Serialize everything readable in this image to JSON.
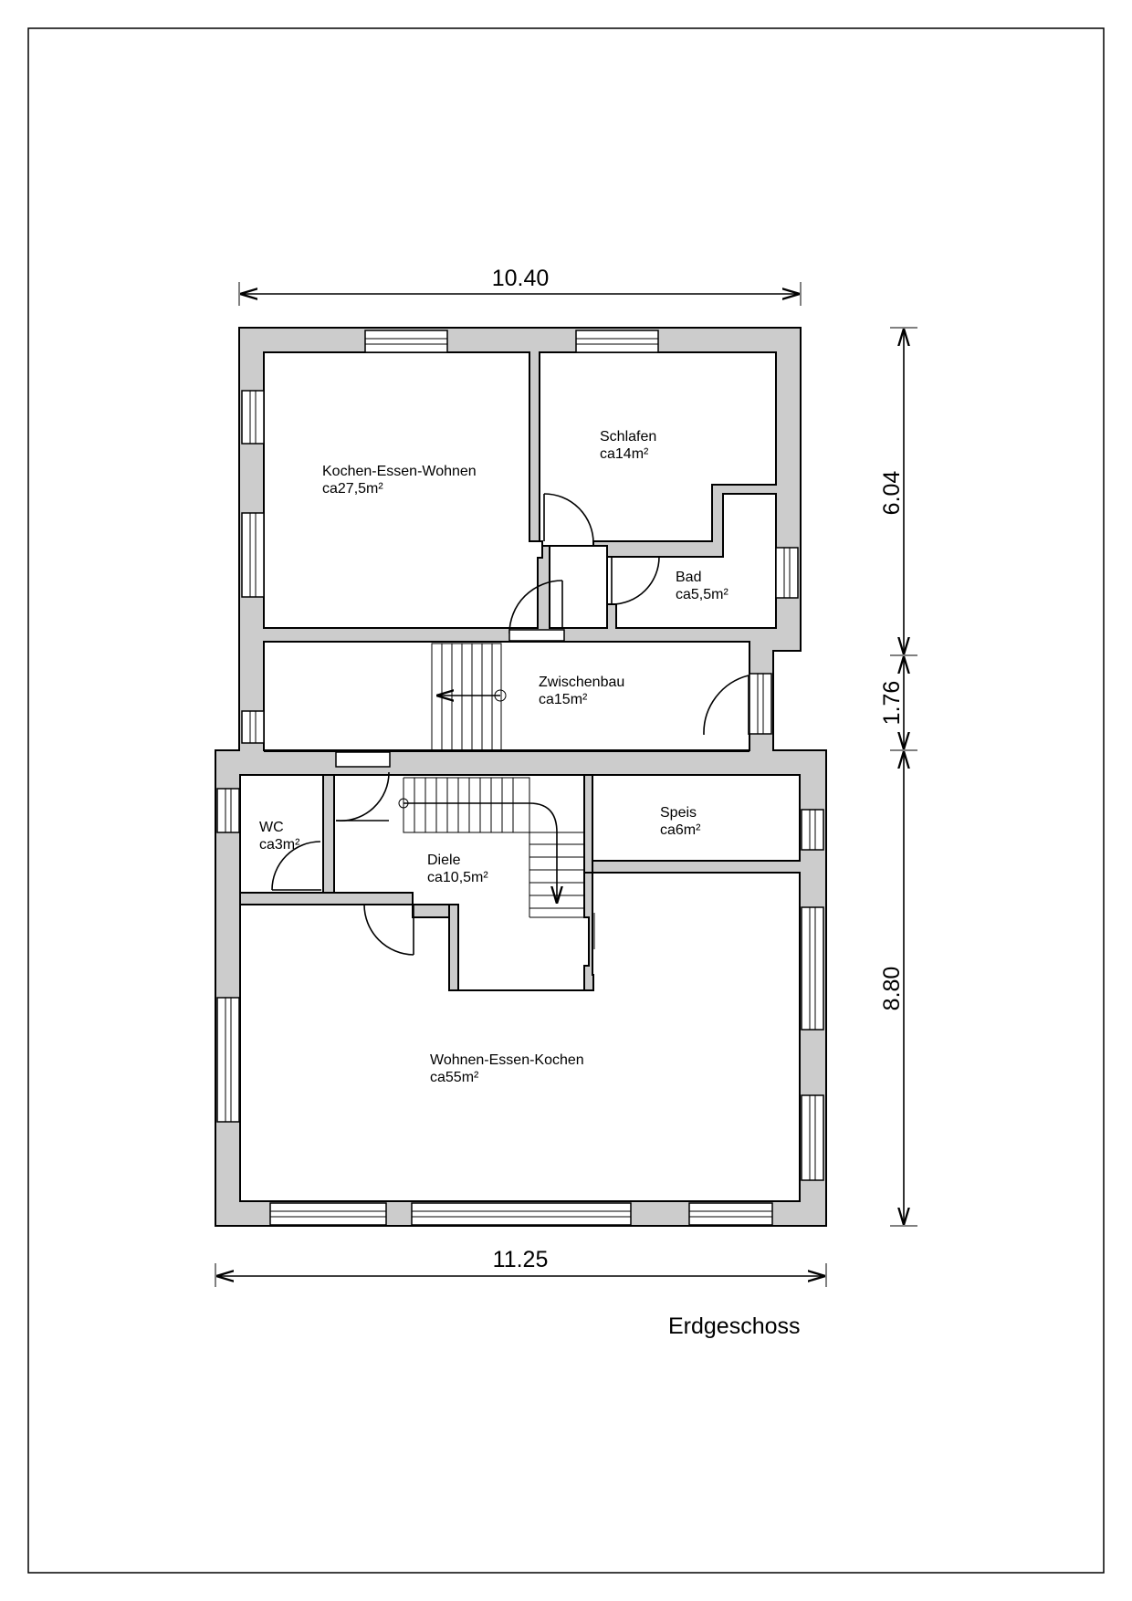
{
  "plan": {
    "title": "Erdgeschoss",
    "dimensions": {
      "top_width": "10.40",
      "bottom_width": "11.25",
      "right_upper": "6.04",
      "right_middle": "1.76",
      "right_lower": "8.80"
    },
    "rooms": [
      {
        "name": "Kochen-Essen-Wohnen",
        "area": "ca27,5m²"
      },
      {
        "name": "Schlafen",
        "area": "ca14m²"
      },
      {
        "name": "Bad",
        "area": "ca5,5m²"
      },
      {
        "name": "Zwischenbau",
        "area": "ca15m²"
      },
      {
        "name": "WC",
        "area": "ca3m²"
      },
      {
        "name": "Diele",
        "area": "ca10,5m²"
      },
      {
        "name": "Speis",
        "area": "ca6m²"
      },
      {
        "name": "Wohnen-Essen-Kochen",
        "area": "ca55m²"
      }
    ]
  },
  "colors": {
    "wall": "#cccccc",
    "line": "#000000",
    "background": "#ffffff"
  }
}
